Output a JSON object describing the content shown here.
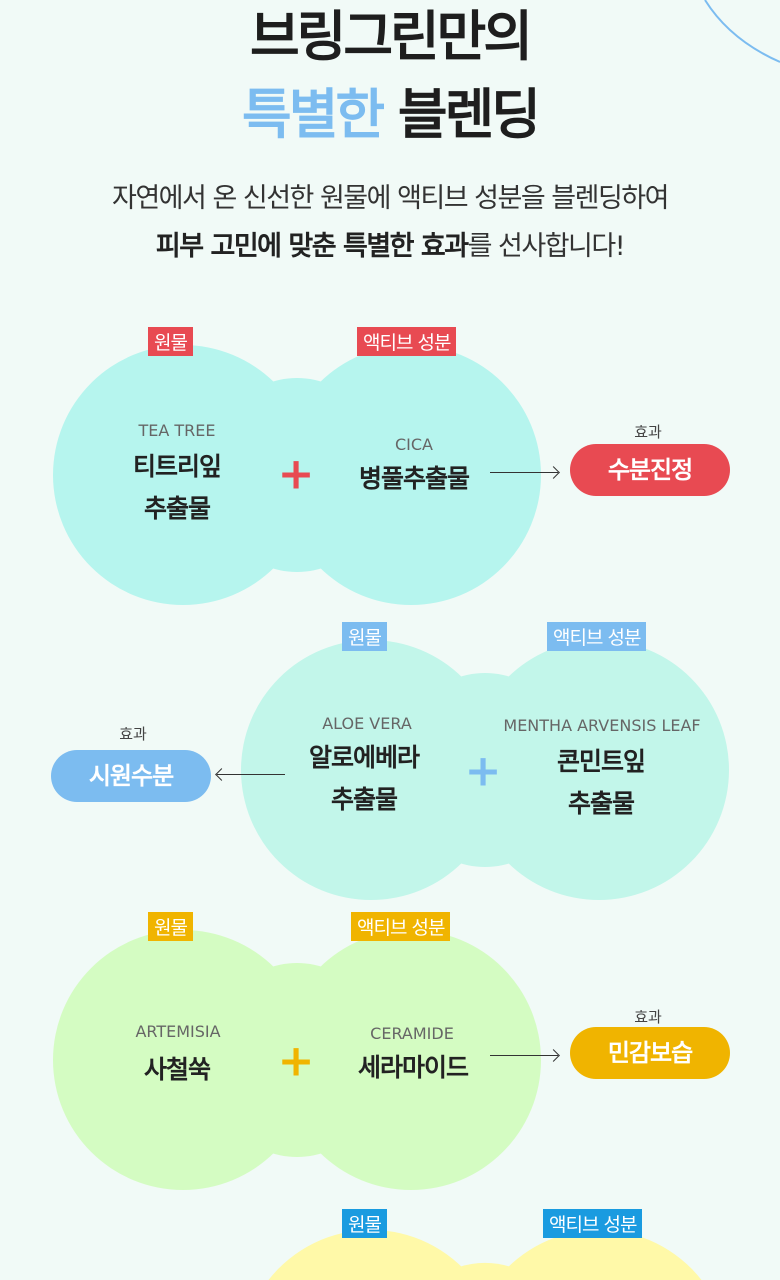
{
  "header": {
    "title_line1": "브링그린만의",
    "title_accent": "특별한",
    "title_rest": "블렌딩",
    "desc_line1": "자연에서 온 신선한 원물에 액티브 성분을 블렌딩하여",
    "desc_bold": "피부 고민에 맞춘 특별한 효과",
    "desc_rest": "를 선사합니다!"
  },
  "colors": {
    "red": "#e84a52",
    "lightblue": "#7cbcf0",
    "yellow": "#f0b400",
    "blue": "#1a9be0"
  },
  "labels": {
    "raw": "원물",
    "active": "액티브 성분",
    "effect": "효과"
  },
  "blends": [
    {
      "raw_en": "TEA TREE",
      "raw_ko1": "티트리잎",
      "raw_ko2": "추출물",
      "active_en": "CICA",
      "active_ko1": "병풀추출물",
      "plus": "+",
      "effect": "수분진정"
    },
    {
      "raw_en": "ALOE VERA",
      "raw_ko1": "알로에베라",
      "raw_ko2": "추출물",
      "active_en": "MENTHA ARVENSIS LEAF",
      "active_ko1": "콘민트잎",
      "active_ko2": "추출물",
      "plus": "+",
      "effect": "시원수분"
    },
    {
      "raw_en": "ARTEMISIA",
      "raw_ko1": "사철쑥",
      "active_en": "CERAMIDE",
      "active_ko1": "세라마이드",
      "plus": "+",
      "effect": "민감보습"
    },
    {}
  ]
}
